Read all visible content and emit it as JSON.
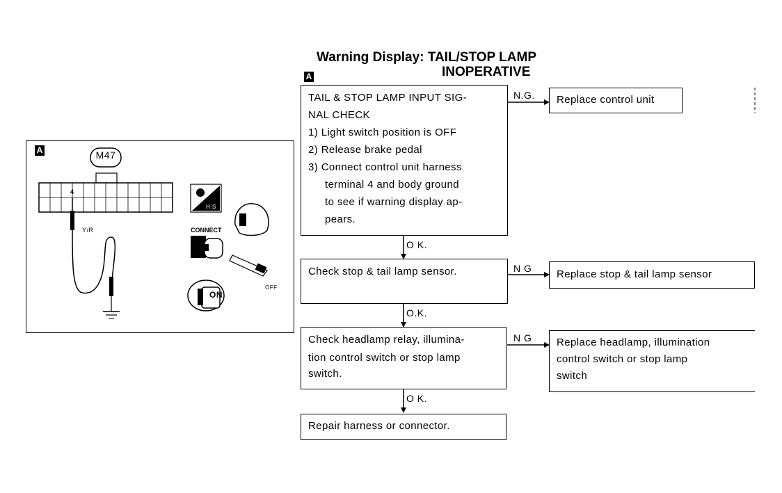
{
  "title": {
    "line1": "Warning Display: TAIL/STOP LAMP",
    "line2": "INOPERATIVE"
  },
  "badge": "A",
  "figure": {
    "badge": "A",
    "connector": "M47",
    "terminal": "4",
    "wire": "Y/R",
    "icon_hs": "H.S",
    "connect": "CONNECT",
    "off": "OFF",
    "on": "ON"
  },
  "flow": {
    "check1": {
      "line1": "TAIL & STOP LAMP INPUT SIG-",
      "line2": "NAL CHECK",
      "step1": "1)  Light switch position is OFF",
      "step2": "2)  Release brake pedal",
      "step3a": "3)  Connect control unit harness",
      "step3b": "terminal  4  and body ground",
      "step3c": "to see if warning display ap-",
      "step3d": "pears."
    },
    "result1": "Replace control unit",
    "check2": "Check stop & tail lamp sensor.",
    "result2": "Replace stop & tail lamp sensor",
    "check3": {
      "line1": "Check headlamp relay, illumina-",
      "line2": "tion control switch or stop lamp",
      "line3": "switch."
    },
    "result3": {
      "line1": "Replace headlamp, illumination",
      "line2": "control switch or stop lamp",
      "line3": "switch"
    },
    "final": "Repair harness or connector.",
    "ng1": "N.G.",
    "ng2": "N G",
    "ng3": "N G",
    "ok1": "O K.",
    "ok2": "O.K.",
    "ok3": "O K."
  }
}
